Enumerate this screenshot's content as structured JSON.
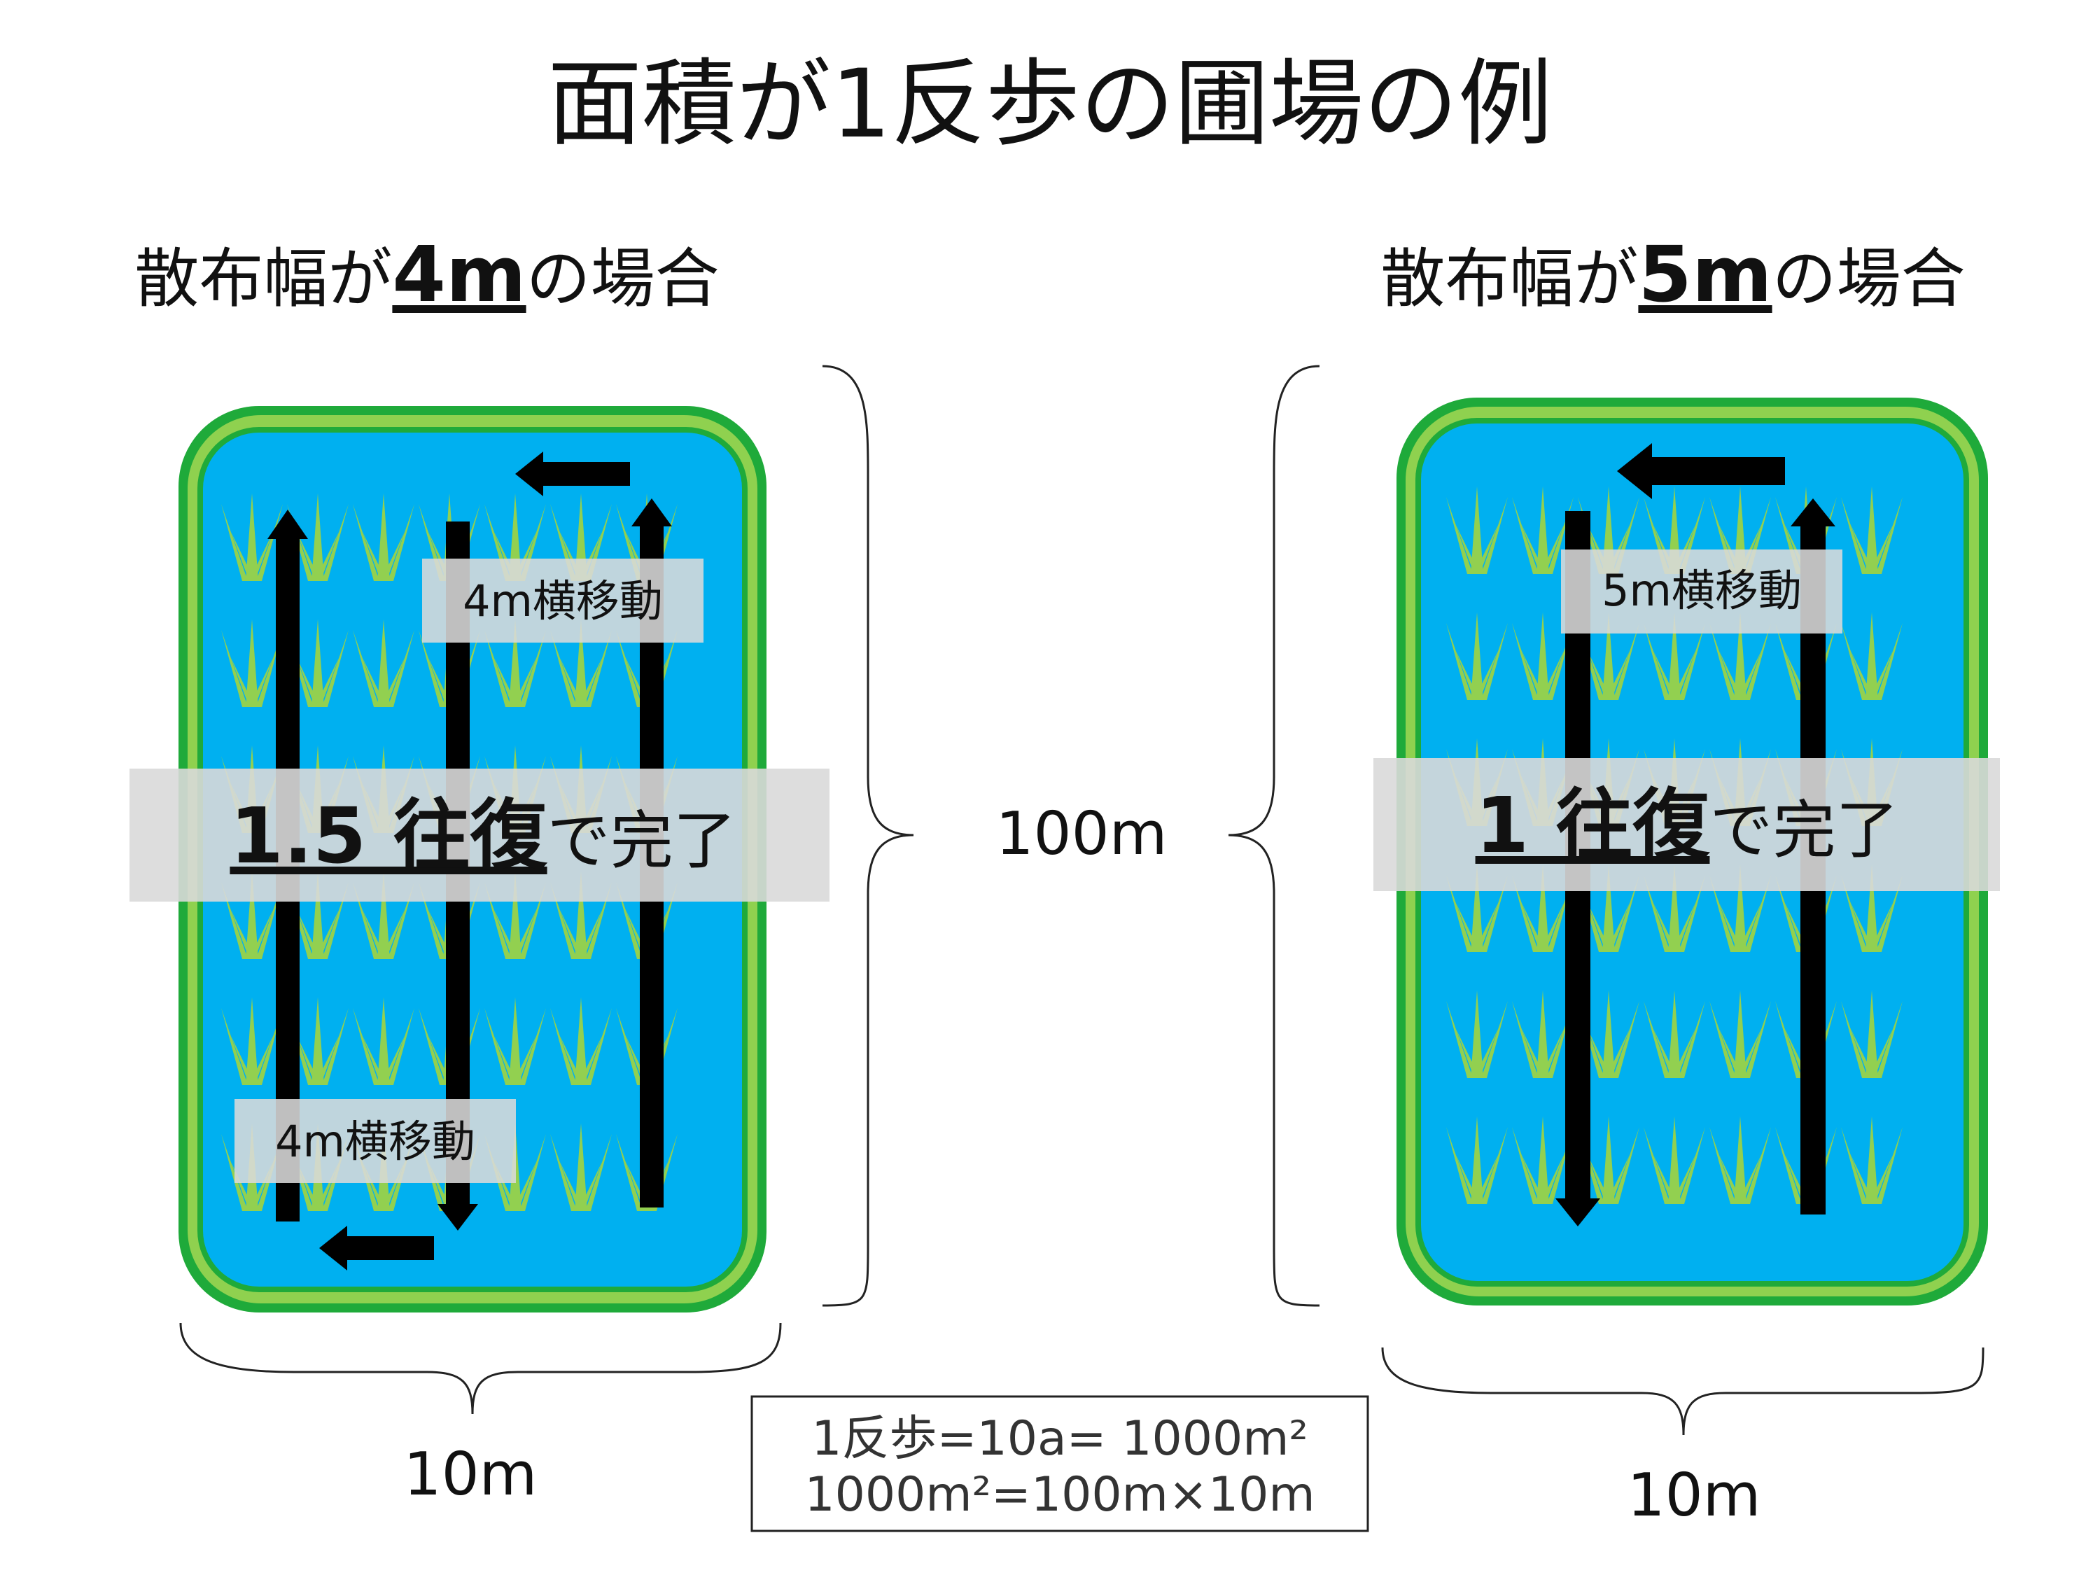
{
  "title": "面積が1反歩の圃場の例",
  "left": {
    "heading_prefix": "散布幅が",
    "heading_width": "4m",
    "heading_suffix": "の場合",
    "move_label_top": "4m横移動",
    "move_label_bottom": "4m横移動",
    "result_count": "1.5 往復",
    "result_suffix": "で完了",
    "width_label": "10m"
  },
  "right": {
    "heading_prefix": "散布幅が",
    "heading_width": "5m",
    "heading_suffix": "の場合",
    "move_label_top": "5m横移動",
    "result_count": "1 往復",
    "result_suffix": "で完了",
    "width_label": "10m"
  },
  "length_label": "100m",
  "note": {
    "line1": "1反歩=10a= 1000m²",
    "line2": "1000m²=100m×10m"
  },
  "colors": {
    "field_outer": "#1faa3a",
    "field_middle": "#8fd14f",
    "water": "#00b0f0",
    "plant": "#92d050",
    "arrow": "#000000",
    "label_box": "#d9d9d9"
  }
}
